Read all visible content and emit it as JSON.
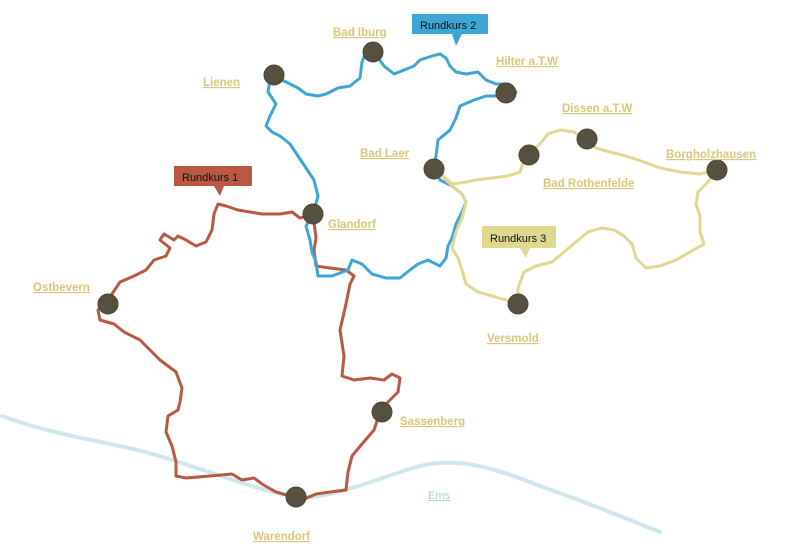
{
  "colors": {
    "route1": "#b95843",
    "route2": "#3ea6d6",
    "route3": "#e0d88f",
    "river": "#cfe6ec",
    "town_label": "#d8c67a",
    "town_dot": "#56503f"
  },
  "routes": [
    {
      "id": "route-1",
      "label": "Rundkurs 1"
    },
    {
      "id": "route-2",
      "label": "Rundkurs 2"
    },
    {
      "id": "route-3",
      "label": "Rundkurs 3"
    }
  ],
  "river": {
    "label": "Ems"
  },
  "towns": [
    {
      "id": "bad-iburg",
      "name": "Bad Iburg"
    },
    {
      "id": "hilter",
      "name": "Hilter a.T.W"
    },
    {
      "id": "lienen",
      "name": "Lienen"
    },
    {
      "id": "dissen",
      "name": "Dissen a.T.W"
    },
    {
      "id": "bad-laer",
      "name": "Bad Laer"
    },
    {
      "id": "borgholzhausen",
      "name": "Borgholzhausen"
    },
    {
      "id": "bad-rothenfelde",
      "name": "Bad Rothenfelde"
    },
    {
      "id": "glandorf",
      "name": "Glandorf"
    },
    {
      "id": "ostbevern",
      "name": "Ostbevern"
    },
    {
      "id": "versmold",
      "name": "Versmold"
    },
    {
      "id": "sassenberg",
      "name": "Sassenberg"
    },
    {
      "id": "warendorf",
      "name": "Warendorf"
    }
  ]
}
